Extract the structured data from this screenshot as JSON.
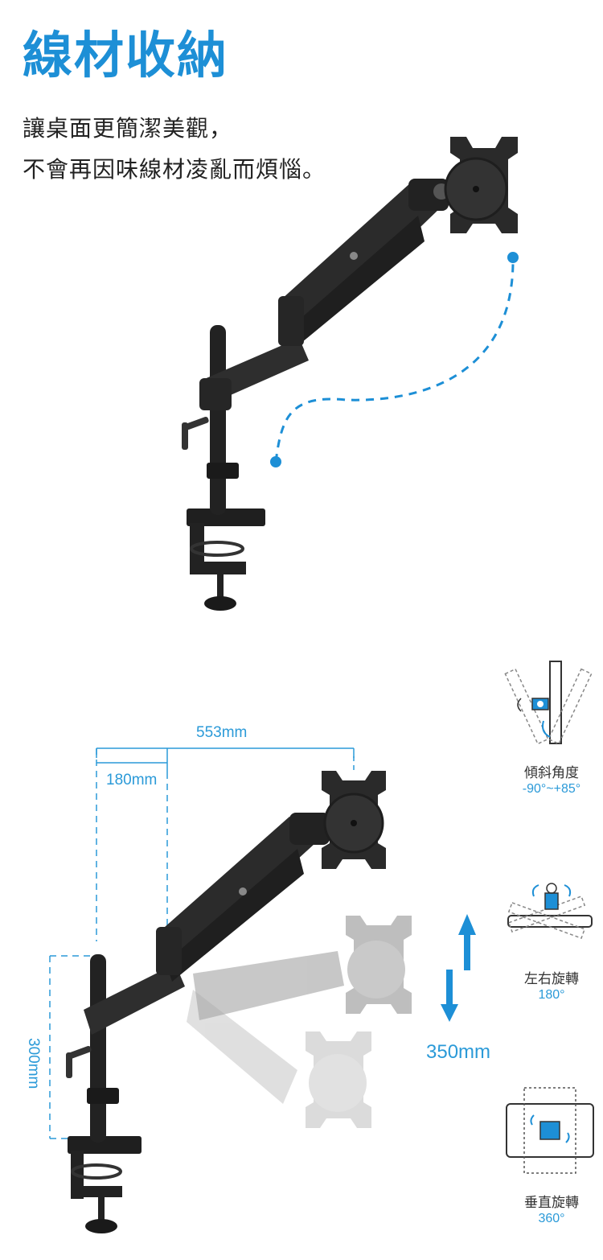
{
  "heading": {
    "title": "線材收納",
    "line1": "讓桌面更簡潔美觀，",
    "line2": "不會再因味線材凌亂而煩惱。"
  },
  "dimensions": {
    "total_reach": "553mm",
    "inner_reach": "180mm",
    "pole_height": "300mm",
    "vertical_travel": "350mm"
  },
  "features": [
    {
      "name": "傾斜角度",
      "value": "-90°~+85°",
      "icon": "tilt-icon"
    },
    {
      "name": "左右旋轉",
      "value": "180°",
      "icon": "swivel-icon"
    },
    {
      "name": "垂直旋轉",
      "value": "360°",
      "icon": "rotate-icon"
    }
  ],
  "colors": {
    "accent": "#1d8fd6",
    "arm": "#2c2c2c",
    "ghost": "#b9b9b9"
  }
}
